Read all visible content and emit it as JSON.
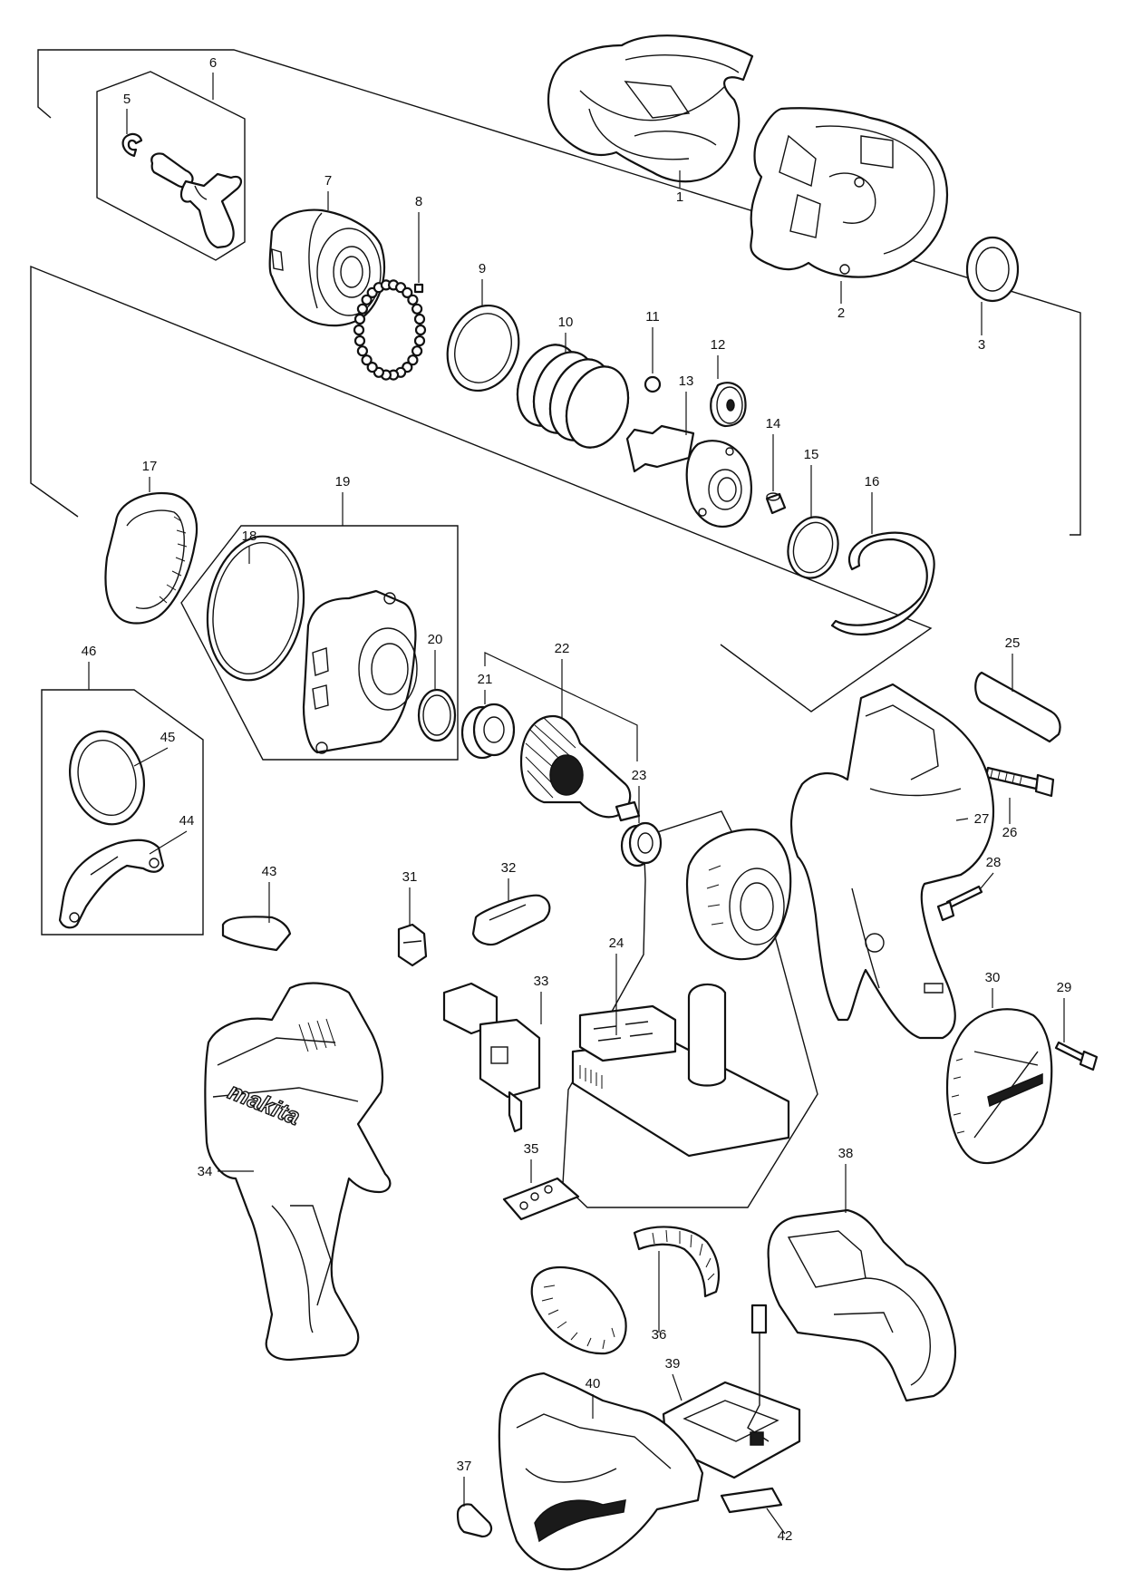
{
  "diagram": {
    "type": "exploded-parts-diagram",
    "brand_mark": "makita",
    "callouts": [
      "1",
      "2",
      "3",
      "5",
      "6",
      "7",
      "8",
      "9",
      "10",
      "11",
      "12",
      "13",
      "14",
      "15",
      "16",
      "17",
      "18",
      "19",
      "20",
      "21",
      "22",
      "23",
      "24",
      "25",
      "26",
      "27",
      "28",
      "29",
      "30",
      "31",
      "32",
      "33",
      "34",
      "35",
      "36",
      "37",
      "38",
      "39",
      "40",
      "42",
      "43",
      "44",
      "45",
      "46"
    ]
  }
}
